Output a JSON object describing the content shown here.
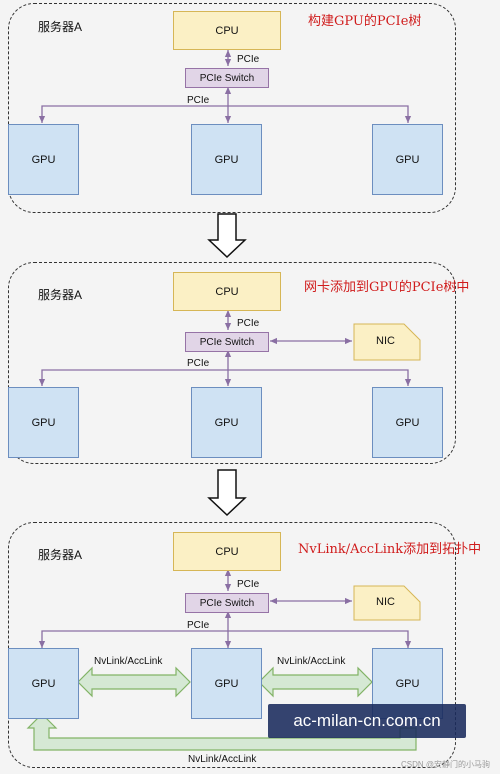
{
  "panels": [
    {
      "title": "服务器A",
      "caption": "构建GPU的PCIe树",
      "cpu": "CPU",
      "pcie_upper": "PCIe",
      "switch": "PCIe Switch",
      "pcie_lower": "PCIe",
      "gpus": [
        "GPU",
        "GPU",
        "GPU"
      ]
    },
    {
      "title": "服务器A",
      "caption": "网卡添加到GPU的PCIe树中",
      "cpu": "CPU",
      "pcie_upper": "PCIe",
      "switch": "PCIe Switch",
      "pcie_lower": "PCIe",
      "nic": "NIC",
      "gpus": [
        "GPU",
        "GPU",
        "GPU"
      ]
    },
    {
      "title": "服务器A",
      "caption": "NvLink/AccLink添加到拓扑中",
      "cpu": "CPU",
      "pcie_upper": "PCIe",
      "switch": "PCIe Switch",
      "pcie_lower": "PCIe",
      "nic": "NIC",
      "gpus": [
        "GPU",
        "GPU",
        "GPU"
      ],
      "link_left": "NvLink/AccLink",
      "link_right": "NvLink/AccLink",
      "link_bottom": "NvLink/AccLink"
    }
  ],
  "watermark": "ac-milan-cn.com.cn",
  "footer": "CSDN @安静门的小马驹",
  "colors": {
    "cpu_fill": "#fbf0c5",
    "switch_fill": "#e1d5e7",
    "gpu_fill": "#cfe2f3",
    "nvlink_fill": "#d5e8d4",
    "caption": "#d01c1c",
    "connector": "#9673a6"
  }
}
